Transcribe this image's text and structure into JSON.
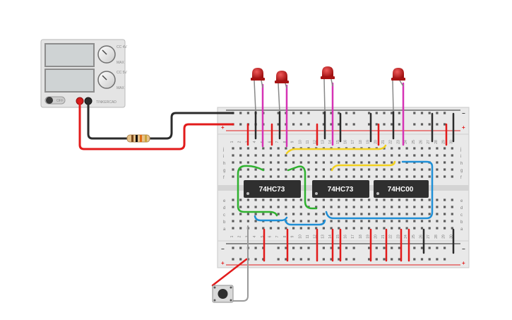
{
  "power_supply": {
    "knob1_labels": [
      "CC 4V",
      "MAX"
    ],
    "knob2_labels": [
      "CC 5V",
      "MAX"
    ],
    "switch_label": "OFF",
    "brand_text": "TINKERCAD"
  },
  "chips": [
    {
      "label": "74HC73"
    },
    {
      "label": "74HC73"
    },
    {
      "label": "74HC00"
    }
  ],
  "breadboard": {
    "row_letters_top": [
      "j",
      "i",
      "h",
      "g",
      "f"
    ],
    "row_letters_bottom": [
      "e",
      "d",
      "c",
      "b",
      "a"
    ],
    "plus": "+",
    "minus": "−"
  },
  "colors": {
    "wire_red": "#e21b1b",
    "wire_black": "#2b2b2b",
    "wire_green": "#2fb12f",
    "wire_yellow": "#f2d01e",
    "wire_blue": "#1f8fd6",
    "wire_pink": "#d633b5",
    "led_red": "#c21818"
  }
}
